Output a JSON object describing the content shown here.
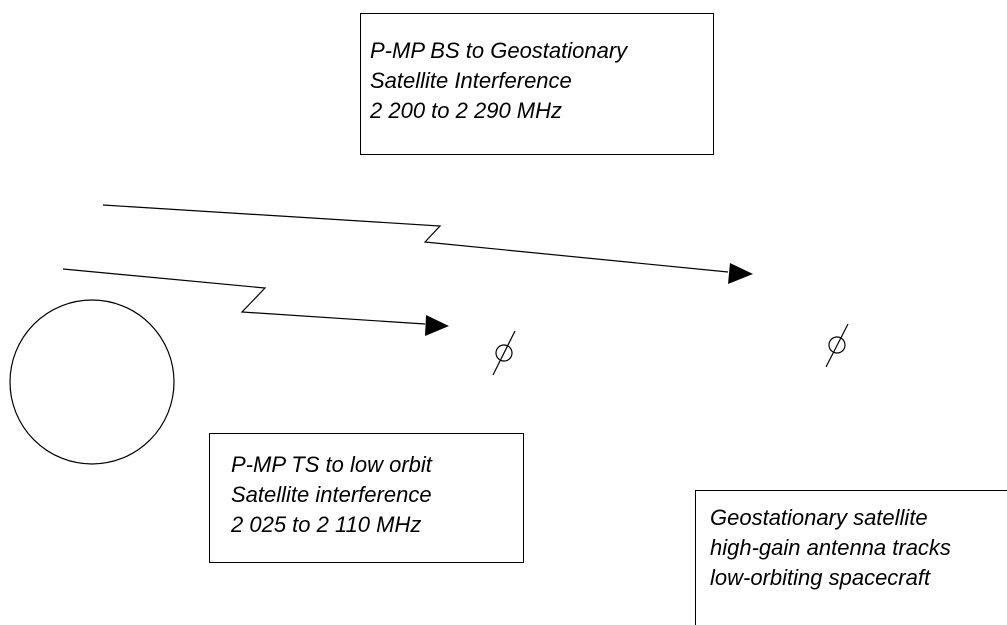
{
  "boxes": {
    "geostationary_interference": {
      "lines": [
        "P-MP BS to Geostationary",
        "Satellite Interference",
        "2 200 to 2 290 MHz"
      ]
    },
    "low_orbit_interference": {
      "lines": [
        "P-MP TS to low orbit",
        "Satellite interference",
        "2 025 to 2 110 MHz"
      ]
    },
    "antenna_tracking": {
      "lines": [
        "Geostationary satellite",
        "high-gain antenna tracks",
        "low-orbiting spacecraft"
      ]
    }
  },
  "colors": {
    "stroke": "#000000",
    "background": "#ffffff"
  },
  "icons": {
    "earth": "earth-circle-icon",
    "low_orbit_satellite": "satellite-icon",
    "geostationary_satellite": "satellite-icon",
    "interference_path": "lightning-arrow-icon"
  }
}
